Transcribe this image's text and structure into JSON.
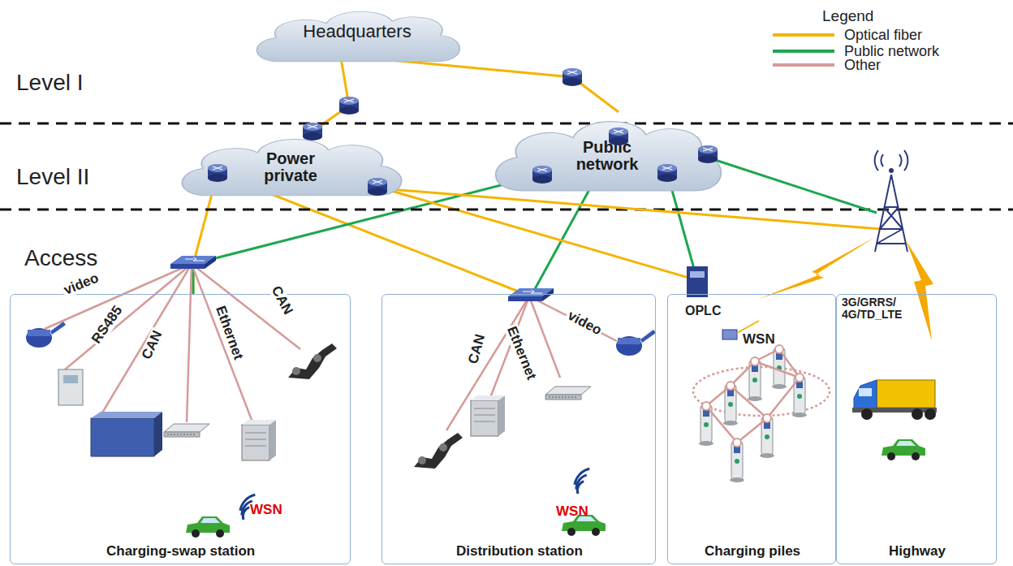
{
  "diagram": {
    "nodes": [
      {
        "text": [
          "Headquarters"
        ]
      },
      {
        "text": [
          "Power private"
        ]
      },
      {
        "text": [
          "Public network"
        ]
      },
      {
        "text": [
          "Charging-swap station"
        ]
      },
      {
        "text": [
          "Distribution station"
        ]
      },
      {
        "text": [
          "Charging piles"
        ]
      },
      {
        "text": [
          "Highway"
        ]
      }
    ],
    "edges": [
      {
        "from": 0,
        "to": 1,
        "arrow": "none"
      },
      {
        "from": 0,
        "to": 2,
        "arrow": "none"
      },
      {
        "from": 1,
        "to": 3,
        "arrow": "none"
      },
      {
        "from": 1,
        "to": 4,
        "arrow": "none"
      },
      {
        "from": 2,
        "to": 3,
        "arrow": "none"
      },
      {
        "from": 2,
        "to": 4,
        "arrow": "none"
      },
      {
        "from": 1,
        "to": 5,
        "arrow": "none"
      },
      {
        "from": 2,
        "to": 5,
        "arrow": "none"
      }
    ],
    "labels": [
      "Level I",
      "Level II",
      "Access",
      "Legend",
      "video",
      "RS485",
      "CAN",
      "Ethernet",
      "CAN",
      "WSN",
      "CAN",
      "Ethernet",
      "video",
      "WSN",
      "OPLC",
      "WSN",
      "3G/GRRS/ 4G/TD_LTE"
    ],
    "legend": [
      {
        "text": "Optical fiber"
      },
      {
        "text": "Public network"
      },
      {
        "text": "Other"
      }
    ]
  }
}
